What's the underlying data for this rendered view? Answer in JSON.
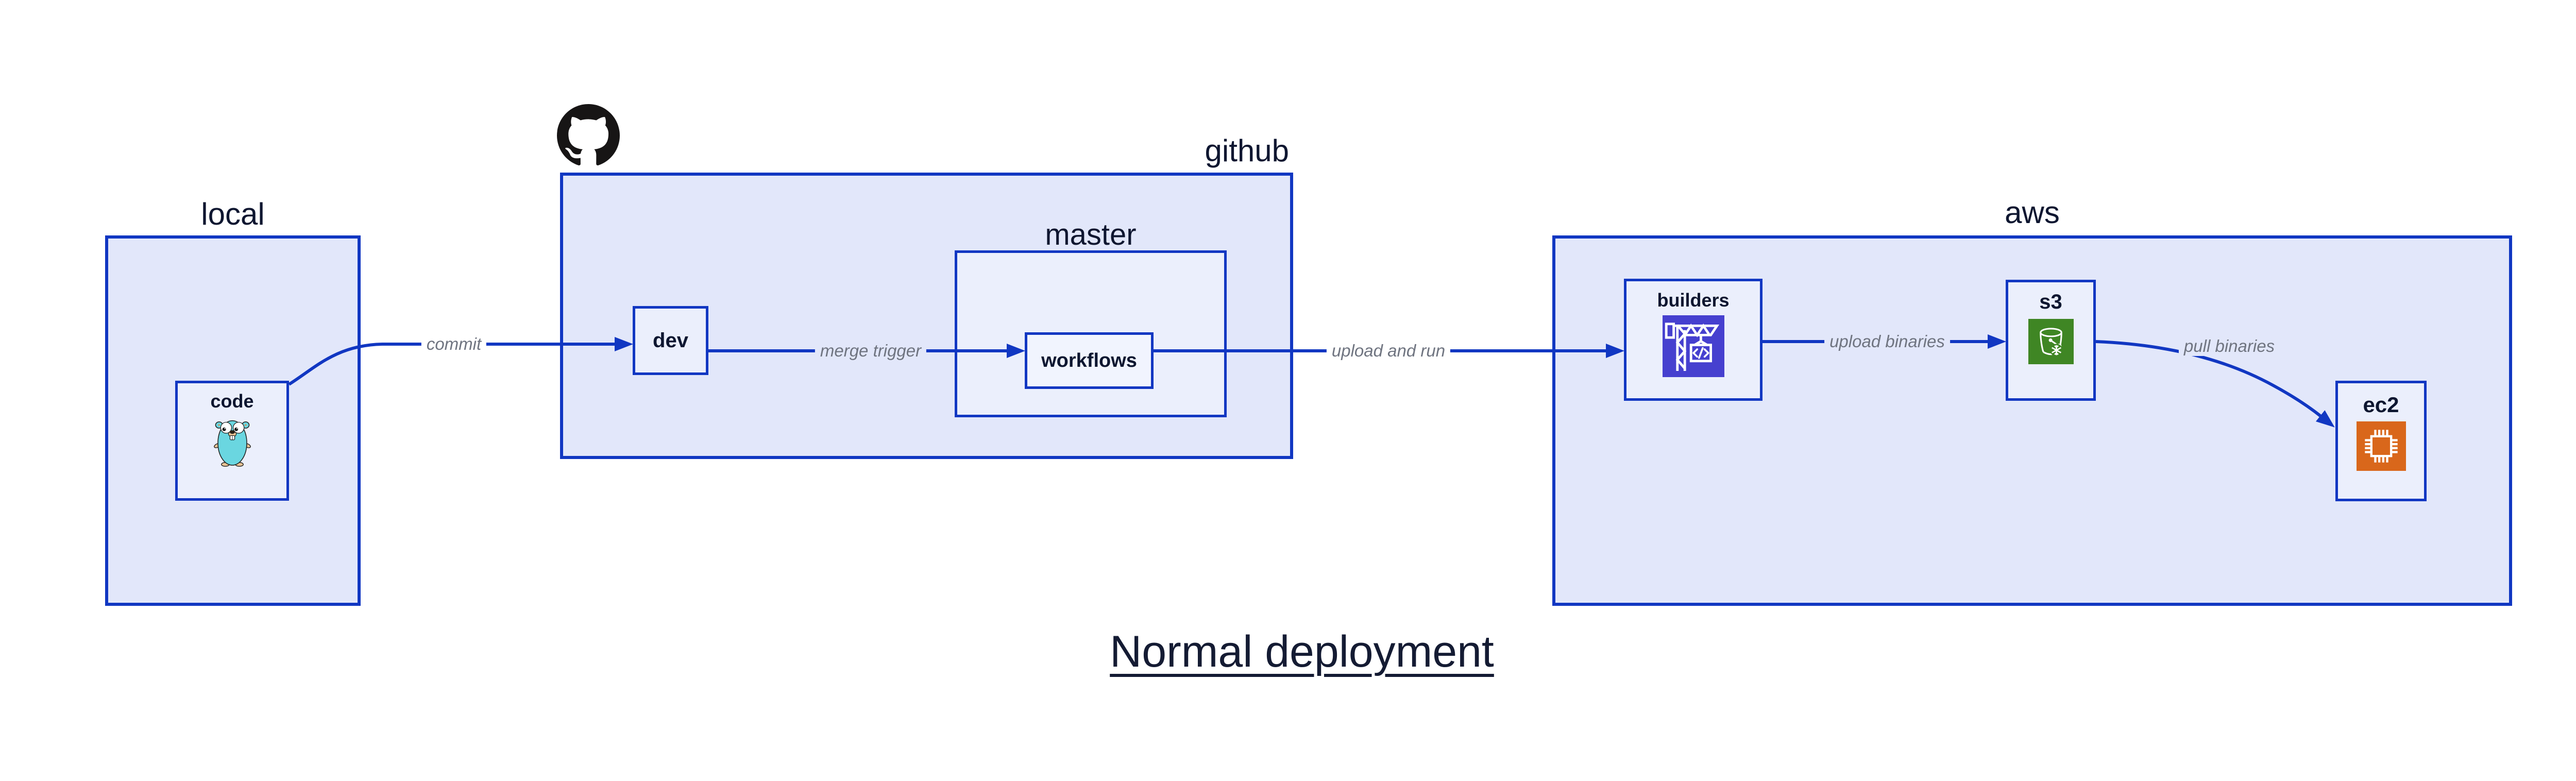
{
  "diagram": {
    "title": "Normal deployment"
  },
  "groups": {
    "local": {
      "label": "local"
    },
    "github": {
      "label": "github",
      "logo": "github-octocat-logo"
    },
    "master": {
      "label": "master"
    },
    "aws": {
      "label": "aws"
    }
  },
  "nodes": {
    "code": {
      "label": "code",
      "icon": "go-gopher"
    },
    "dev": {
      "label": "dev"
    },
    "workflows": {
      "label": "workflows"
    },
    "builders": {
      "label": "builders",
      "icon": "aws-codebuild-crane"
    },
    "s3": {
      "label": "s3",
      "icon": "aws-s3-bucket-snowflake"
    },
    "ec2": {
      "label": "ec2",
      "icon": "aws-ec2-chip"
    }
  },
  "edges": [
    {
      "from": "code",
      "to": "dev",
      "label": "commit"
    },
    {
      "from": "dev",
      "to": "workflows",
      "label": "merge trigger"
    },
    {
      "from": "workflows",
      "to": "builders",
      "label": "upload and run"
    },
    {
      "from": "builders",
      "to": "s3",
      "label": "upload binaries"
    },
    {
      "from": "s3",
      "to": "ec2",
      "label": "pull binaries"
    }
  ],
  "colors": {
    "border_blue": "#1137c2",
    "group_fill": "#e2e7fa",
    "node_fill": "#ebeffc",
    "inner_node_fill": "#f1f4fe",
    "edge_label_gray": "#6f7480",
    "label_navy": "#0d1630",
    "codebuild_purple": "#4640cf",
    "s3_green": "#3f8624",
    "ec2_orange": "#d9671b",
    "gopher_teal": "#6ad6e0",
    "github_black": "#171515"
  }
}
